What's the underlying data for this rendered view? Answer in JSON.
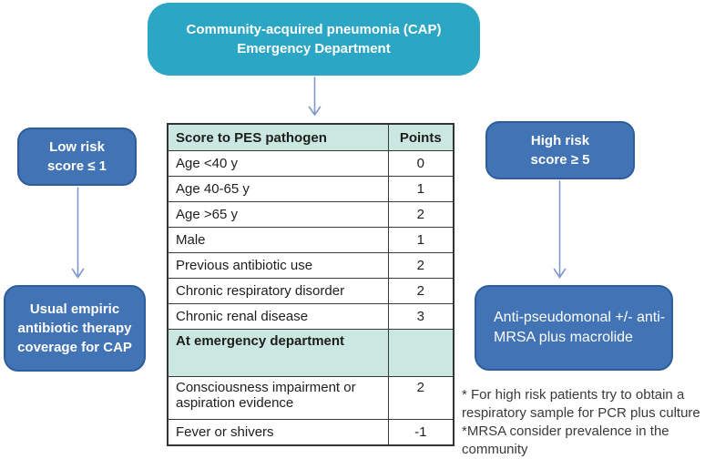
{
  "title_box": {
    "line1": "Community-acquired pneumonia (CAP)",
    "line2": "Emergency Department"
  },
  "low_risk_box": {
    "line1": "Low risk",
    "line2": "score ≤ 1"
  },
  "high_risk_box": {
    "line1": "High risk",
    "line2": "score ≥ 5"
  },
  "low_outcome_box": {
    "line1": "Usual empiric",
    "line2": "antibiotic therapy",
    "line3": "coverage for CAP"
  },
  "high_outcome_box": {
    "line1": "Anti-pseudomonal +/- anti-",
    "line2": "MRSA plus macrolide"
  },
  "score_table": {
    "header": {
      "criterion": "Score to PES pathogen",
      "points": "Points"
    },
    "rows": [
      {
        "criterion": "Age <40 y",
        "points": "0"
      },
      {
        "criterion": "Age 40-65 y",
        "points": "1"
      },
      {
        "criterion": "Age >65 y",
        "points": "2"
      },
      {
        "criterion": "Male",
        "points": "1"
      },
      {
        "criterion": "Previous antibiotic use",
        "points": "2"
      },
      {
        "criterion": "Chronic respiratory disorder",
        "points": "2"
      },
      {
        "criterion": "Chronic renal disease",
        "points": "3"
      }
    ],
    "section_header": "At emergency department",
    "ed_rows": [
      {
        "criterion": "Consciousness impairment or aspiration evidence",
        "points": "2"
      },
      {
        "criterion": "Fever or shivers",
        "points": "-1"
      }
    ]
  },
  "footnote": {
    "line1": "* For high risk patients try to obtain a",
    "line2": "respiratory sample for PCR plus culture",
    "line3": "*MRSA consider prevalence in the",
    "line4": "community"
  },
  "colors": {
    "teal_box": "#2BA6C5",
    "blue_box": "#4173B5",
    "blue_box_border": "#2D5D9B",
    "table_section_bg": "#CBE8E0",
    "arrow": "#7D98CB"
  }
}
